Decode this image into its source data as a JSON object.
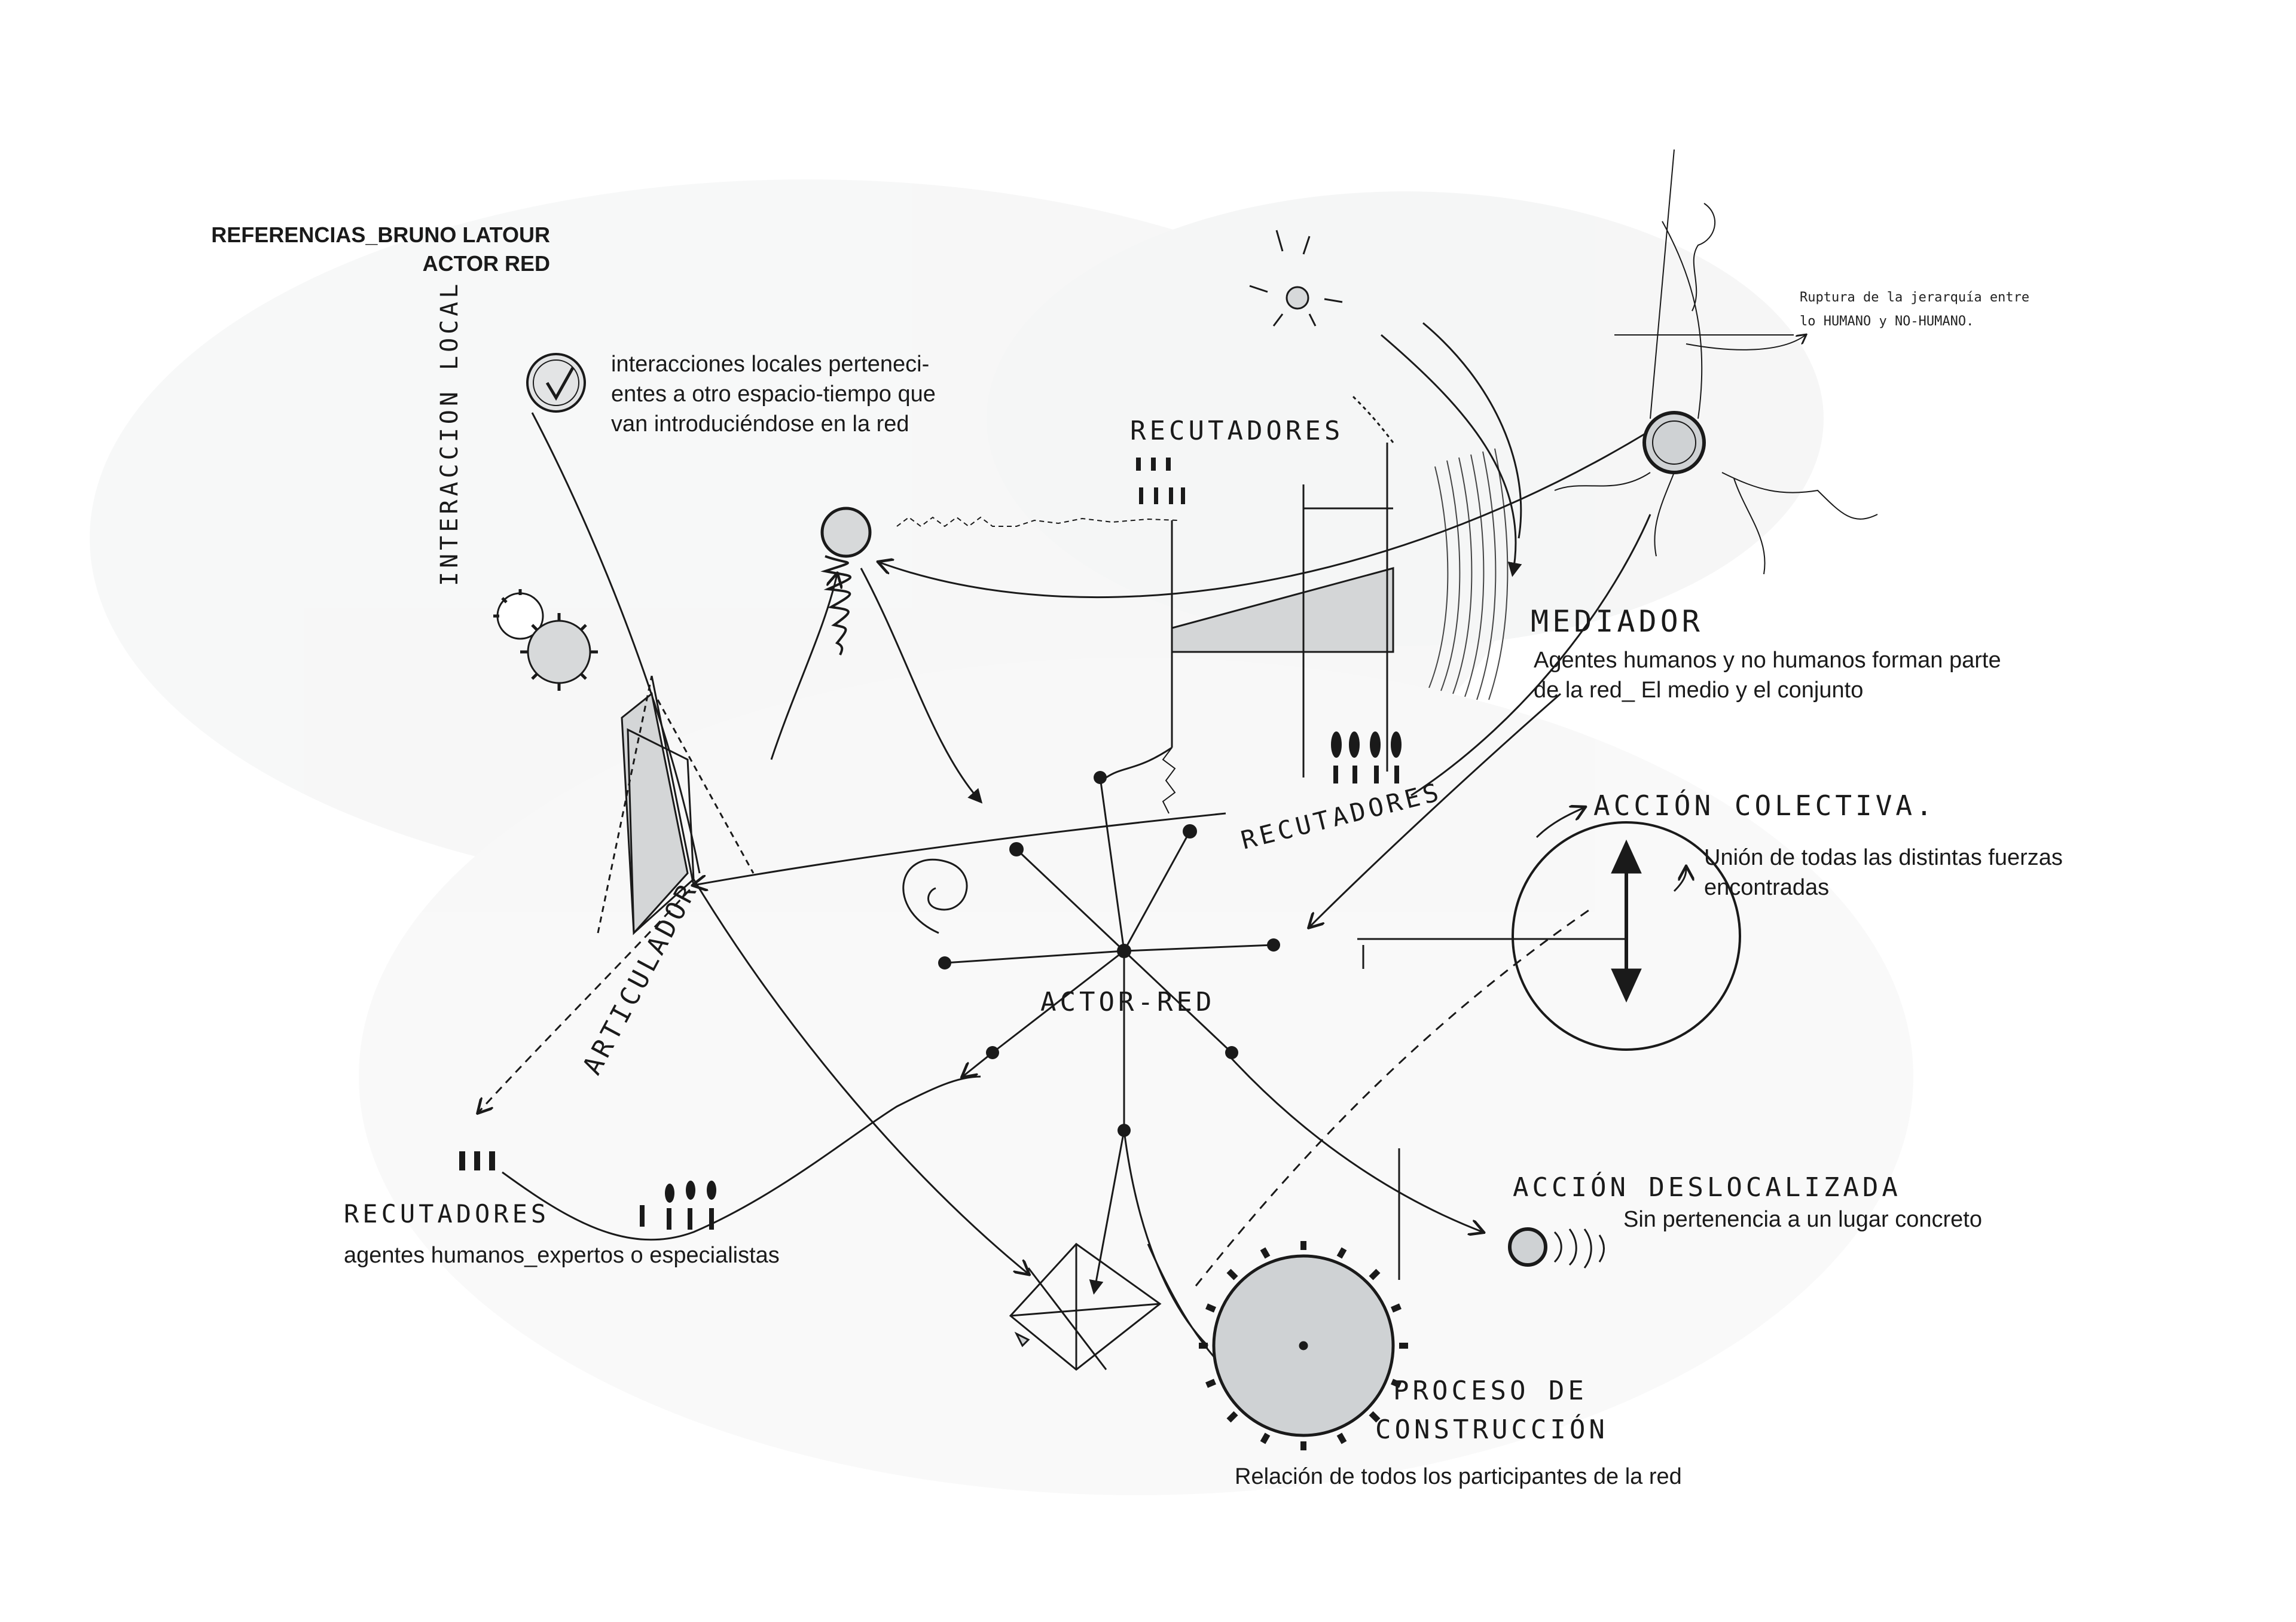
{
  "header": {
    "title_line1": "REFERENCIAS_BRUNO LATOUR",
    "title_line2": "ACTOR RED"
  },
  "labels": {
    "interaccion_local": "INTERACCION LOCAL",
    "articulador": "ARTICULADOR",
    "recutadores_top": "RECUTADORES",
    "recutadores_mid": "RECUTADORES",
    "recutadores_bottom": "RECUTADORES",
    "mediador": "MEDIADOR",
    "accion_colectiva": "ACCIÓN COLECTIVA.",
    "actor_red": "ACTOR-RED",
    "accion_deslocalizada": "ACCIÓN DESLOCALIZADA",
    "proceso_line1": "PROCESO DE",
    "proceso_line2": "CONSTRUCCIÓN",
    "ruptura_line1": "Ruptura de la jerarquía entre",
    "ruptura_line2": "lo HUMANO y NO-HUMANO."
  },
  "descriptions": {
    "interacciones_line1": "interacciones locales perteneci-",
    "interacciones_line2": "entes a otro espacio-tiempo que",
    "interacciones_line3": "van introduciéndose en la red",
    "mediador_line1": "Agentes humanos y no humanos forman parte",
    "mediador_line2": "de la red_ El medio y el conjunto",
    "colectiva_line1": "Unión de todas las distintas fuerzas",
    "colectiva_line2": "encontradas",
    "deslocalizada": "Sin pertenencia a un lugar concreto",
    "recutadores": "agentes humanos_expertos o especialistas",
    "proceso": "Relación de todos los participantes de la red"
  },
  "colors": {
    "ink": "#1a1a1a",
    "fill_gray": "#cfd2d4",
    "wash_gray": "#e9eaea"
  }
}
